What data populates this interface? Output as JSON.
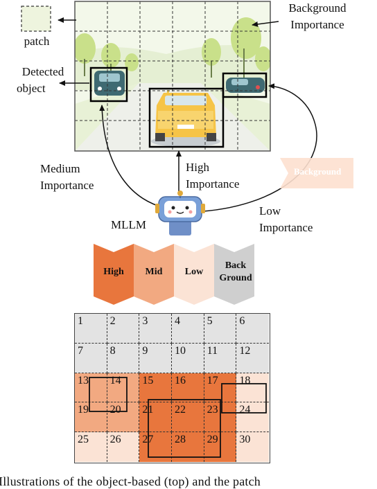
{
  "labels": {
    "patch": "patch",
    "detected_object": [
      "Detected",
      "object"
    ],
    "background_importance": [
      "Background",
      "Importance"
    ],
    "medium_importance": [
      "Medium",
      "Importance"
    ],
    "high_importance": [
      "High",
      "Importance"
    ],
    "low_importance": [
      "Low",
      "Importance"
    ],
    "mllm": "MLLM",
    "faded_tag": "Background"
  },
  "legend": [
    {
      "label": "High",
      "color": "#e8763d"
    },
    {
      "label": "Mid",
      "color": "#f2a981"
    },
    {
      "label": "Low",
      "color": "#fbe3d5"
    },
    {
      "label": "Back\nGround",
      "color": "#cfcfcf"
    }
  ],
  "grid": {
    "rows": 5,
    "cols": 6,
    "cell_numbers": [
      "1",
      "2",
      "3",
      "4",
      "5",
      "6",
      "7",
      "8",
      "9",
      "10",
      "11",
      "12",
      "13",
      "14",
      "15",
      "16",
      "17",
      "18",
      "19",
      "20",
      "21",
      "22",
      "23",
      "24",
      "25",
      "26",
      "27",
      "28",
      "29",
      "30"
    ],
    "cell_levels": [
      "bg",
      "bg",
      "bg",
      "bg",
      "bg",
      "bg",
      "bg",
      "bg",
      "bg",
      "bg",
      "bg",
      "bg",
      "mid",
      "mid",
      "high",
      "high",
      "high",
      "low",
      "mid",
      "mid",
      "high",
      "high",
      "high",
      "low",
      "low",
      "low",
      "high",
      "high",
      "high",
      "low"
    ],
    "level_colors": {
      "high": "#e8763d",
      "mid": "#f2a981",
      "low": "#fbe3d5",
      "bg": "#e3e3e3"
    }
  },
  "caption": "Illustrations of the object-based (top) and the patch"
}
